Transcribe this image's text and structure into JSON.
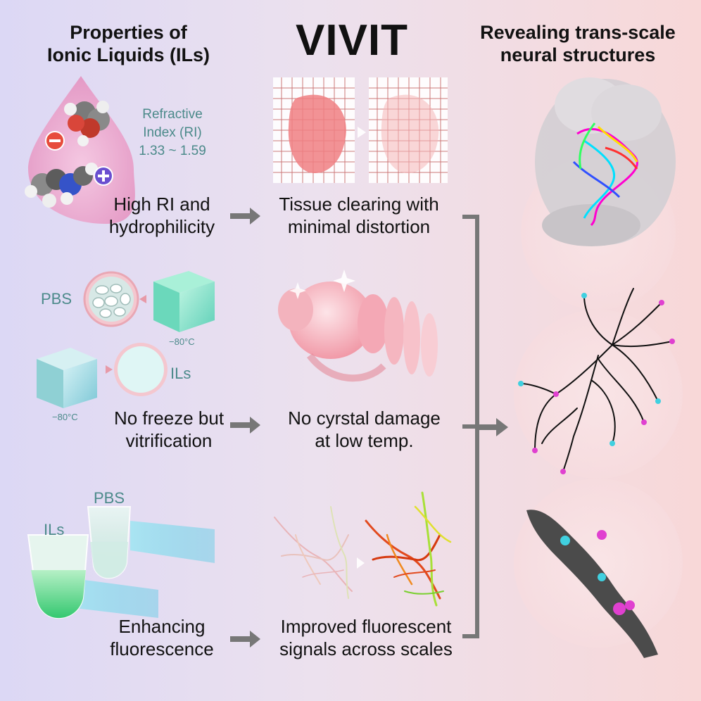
{
  "header": {
    "left_line1": "Properties of",
    "left_line2": "Ionic Liquids (ILs)",
    "center": "VIVIT",
    "right_line1": "Revealing trans-scale",
    "right_line2": "neural structures"
  },
  "row1": {
    "ri_line1": "Refractive",
    "ri_line2": "Index (RI)",
    "ri_line3": "1.33 ~ 1.59",
    "prop_line1": "High RI and",
    "prop_line2": "hydrophilicity",
    "effect_line1": "Tissue clearing with",
    "effect_line2": "minimal distortion"
  },
  "row2": {
    "pbs": "PBS",
    "ils": "ILs",
    "temp1": "−80°C",
    "temp2": "−80°C",
    "prop_line1": "No freeze but",
    "prop_line2": "vitrification",
    "effect_line1": "No cyrstal damage",
    "effect_line2": "at low temp."
  },
  "row3": {
    "pbs": "PBS",
    "ils": "ILs",
    "prop_line1": "Enhancing",
    "prop_line2": "fluorescence",
    "effect_line1": "Improved fluorescent",
    "effect_line2": "signals across scales"
  },
  "colors": {
    "arrow": "#777777",
    "teal_text": "#4b8a8a",
    "drop": "#e89cc4",
    "neuron_magenta": "#e040d0",
    "neuron_cyan": "#40d0e0"
  }
}
